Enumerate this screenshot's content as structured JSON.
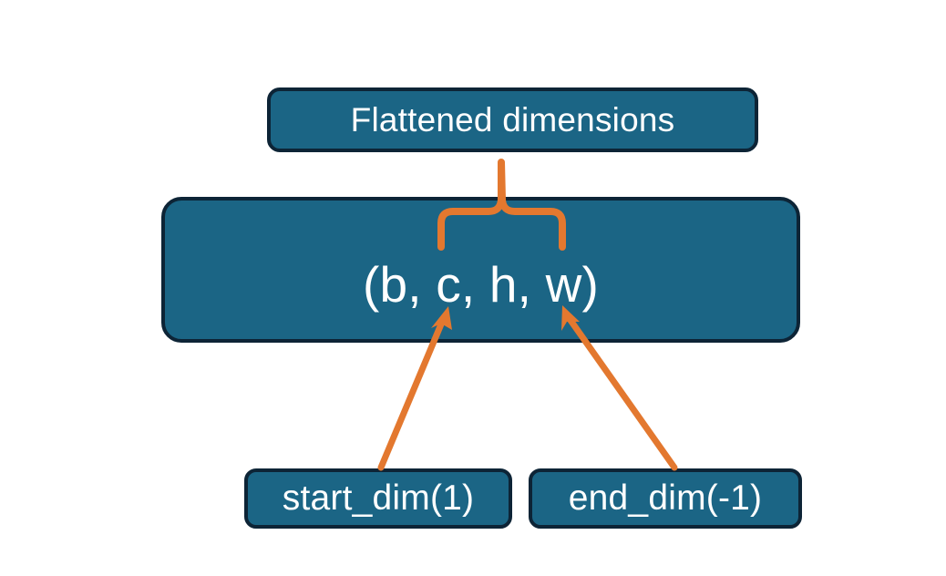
{
  "diagram": {
    "title_node": {
      "id": "flattened-dimensions",
      "label": "Flattened dimensions"
    },
    "shape_node": {
      "id": "tensor-shape",
      "label": "(b, c, h, w)",
      "dims": [
        "b",
        "c",
        "h",
        "w"
      ]
    },
    "argument_nodes": [
      {
        "id": "start-dim",
        "label": "start_dim(1)",
        "value": 1
      },
      {
        "id": "end-dim",
        "label": "end_dim(-1)",
        "value": -1
      }
    ],
    "connectors": [
      {
        "id": "brace-flattened-range",
        "type": "curly-brace",
        "orientation": "up",
        "from": "tensor-shape",
        "to": "flattened-dimensions",
        "covers": [
          "c",
          "h",
          "w"
        ]
      },
      {
        "id": "arrow-start-dim",
        "type": "arrow",
        "from": "start-dim",
        "to": "tensor-shape",
        "points_at": "c"
      },
      {
        "id": "arrow-end-dim",
        "type": "arrow",
        "from": "end-dim",
        "to": "tensor-shape",
        "points_at": "w"
      }
    ]
  },
  "colors": {
    "box_fill": "#1b6585",
    "box_border": "#0d2436",
    "box_text": "#ffffff",
    "connector": "#e3782f",
    "background": "#ffffff"
  }
}
